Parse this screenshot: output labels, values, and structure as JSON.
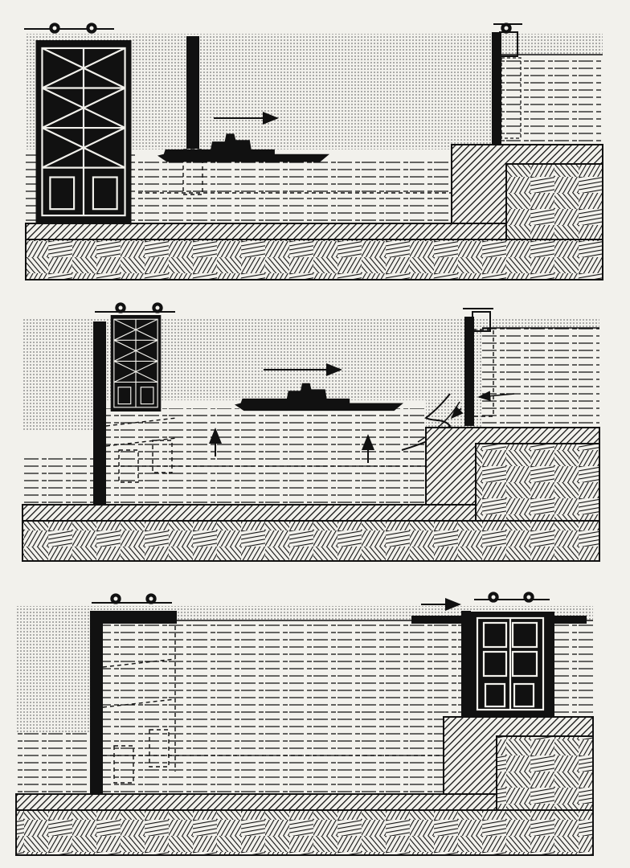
{
  "diagram": {
    "description_visible_text": "",
    "colors": {
      "paper": "#f2f1ec",
      "ink": "#111111",
      "sky_dot": "#9a9a9a"
    },
    "panels": [
      {
        "id": "panel-1",
        "stage": "lower-level",
        "upstream_gate": "open",
        "downstream_gate": "closed",
        "water_in_chamber": "low",
        "ship_direction": "right",
        "flow_arrows": 0
      },
      {
        "id": "panel-2",
        "stage": "filling",
        "upstream_gate": "closed",
        "downstream_gate": "closed",
        "water_in_chamber": "rising",
        "ship_direction": "right",
        "flow_arrows": 2
      },
      {
        "id": "panel-3",
        "stage": "upper-level",
        "upstream_gate": "closed",
        "downstream_gate": "open",
        "water_in_chamber": "high",
        "ship_direction": "right",
        "flow_arrows": 0
      }
    ],
    "icons": [
      "ship-icon",
      "arrow-right-icon",
      "arrow-up-icon",
      "gate-icon",
      "pulley-icon"
    ]
  }
}
